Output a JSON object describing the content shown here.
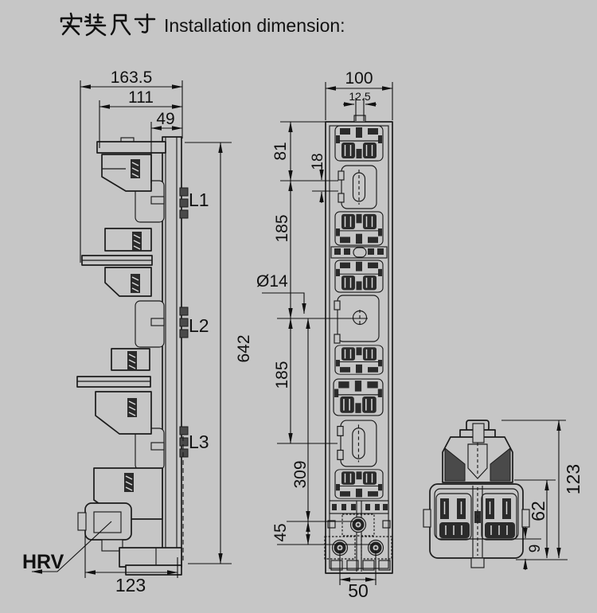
{
  "title": {
    "zh": "安装尺寸",
    "en": "Installation dimension:"
  },
  "side_view": {
    "dims": {
      "overall_depth": "163.5",
      "handle_depth": "111",
      "front_depth": "49",
      "overall_height": "642",
      "base_depth": "123"
    },
    "phase_labels": [
      "L1",
      "L2",
      "L3"
    ],
    "product_label": "HRV"
  },
  "front_view": {
    "dims": {
      "overall_width": "100",
      "top_slot_width": "12.5",
      "top_to_first_axis": "81",
      "slot_height": "18",
      "pitch_1": "185",
      "mounting_hole_dia": "Ø14",
      "pitch_2": "185",
      "axis_to_terminal": "309",
      "terminal_step": "45",
      "terminal_spacing": "50"
    }
  },
  "end_view": {
    "dims": {
      "overall_height": "123",
      "body_height": "62",
      "foot_height": "9"
    }
  }
}
